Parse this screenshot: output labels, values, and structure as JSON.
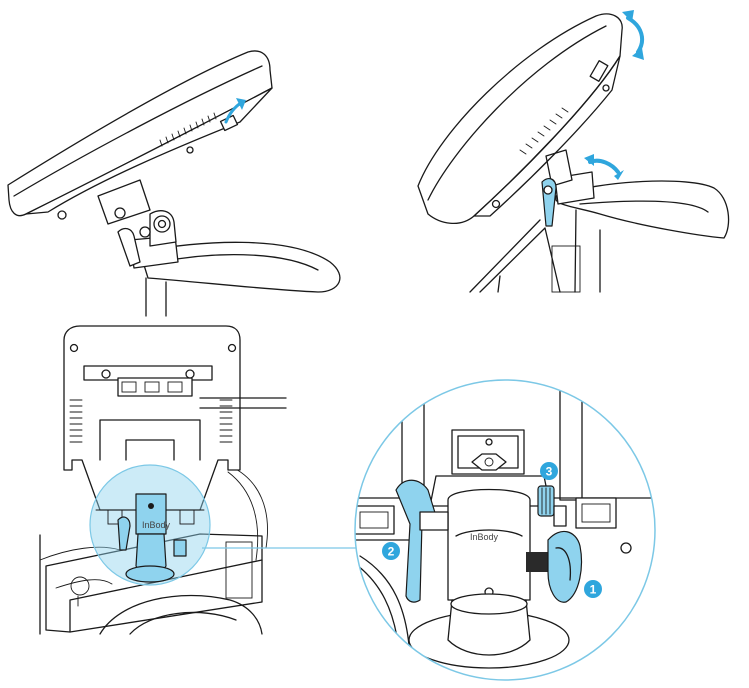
{
  "colors": {
    "accent": "#2fa6dd",
    "highlight": "#8fd3ee",
    "magnifier_ring": "#7cc8e6",
    "line": "#1a1a1a"
  },
  "callouts": [
    {
      "id": "knob",
      "label": "1"
    },
    {
      "id": "lever",
      "label": "2"
    },
    {
      "id": "ring-knob",
      "label": "3"
    }
  ],
  "device": {
    "brand_label": "InBody"
  },
  "icons": {
    "tilt_arrow": "curved-double-arrow-icon",
    "swivel_arrow": "horizontal-double-arrow-icon",
    "up_arrow": "curved-arrow-icon"
  }
}
